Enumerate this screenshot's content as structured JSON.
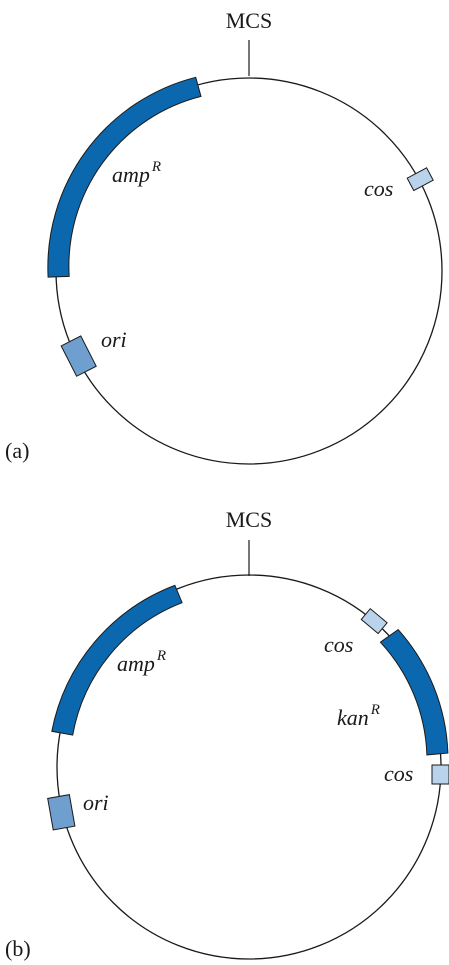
{
  "colors": {
    "resistance_gene": "#0b68ae",
    "ori": "#6e9fce",
    "cos": "#b9d3ec",
    "outline": "#1a1a1a"
  },
  "panels": [
    {
      "panel_label": "(a)",
      "mcs_label": "MCS",
      "features": [
        {
          "type": "resistance-gene",
          "label": "amp",
          "superscript": "R"
        },
        {
          "type": "cos-site",
          "label": "cos"
        },
        {
          "type": "origin",
          "label": "ori"
        }
      ]
    },
    {
      "panel_label": "(b)",
      "mcs_label": "MCS",
      "features": [
        {
          "type": "resistance-gene",
          "label": "amp",
          "superscript": "R"
        },
        {
          "type": "cos-site",
          "label": "cos"
        },
        {
          "type": "resistance-gene",
          "label": "kan",
          "superscript": "R"
        },
        {
          "type": "cos-site",
          "label": "cos"
        },
        {
          "type": "origin",
          "label": "ori"
        }
      ]
    }
  ]
}
